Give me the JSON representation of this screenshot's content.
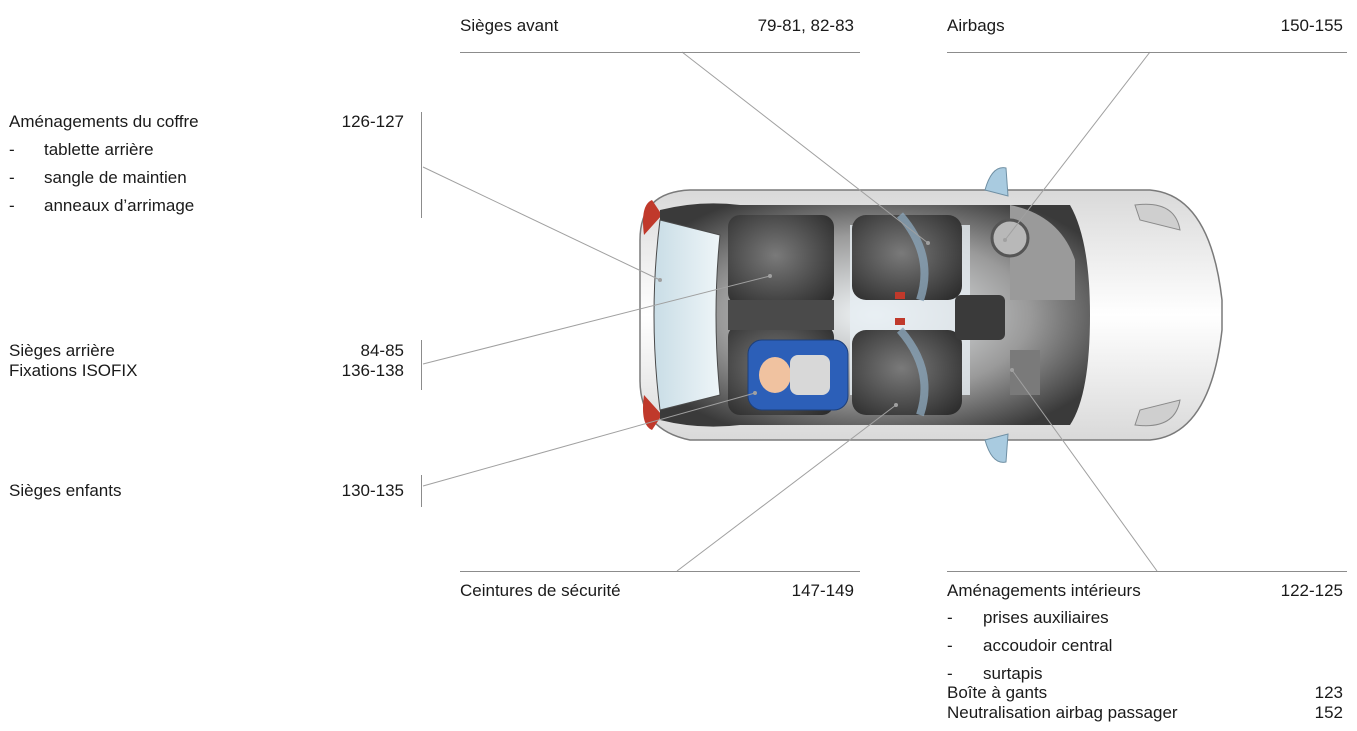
{
  "front_seats": {
    "label": "Sièges avant",
    "pages": "79-81, 82-83"
  },
  "airbags": {
    "label": "Airbags",
    "pages": "150-155"
  },
  "boot": {
    "label": "Aménagements du coffre",
    "pages": "126-127",
    "items": [
      "tablette arrière",
      "sangle de maintien",
      "anneaux d’arrimage"
    ]
  },
  "rear_seats": {
    "label": "Sièges arrière",
    "pages": "84-85",
    "isofix_label": "Fixations ISOFIX",
    "isofix_pages": "136-138"
  },
  "child_seats": {
    "label": "Sièges enfants",
    "pages": "130-135"
  },
  "belts": {
    "label": "Ceintures de sécurité",
    "pages": "147-149"
  },
  "interior": {
    "label": "Aménagements intérieurs",
    "pages": "122-125",
    "items": [
      "prises auxiliaires",
      "accoudoir central",
      "surtapis"
    ],
    "glovebox_label": "Boîte à gants",
    "glovebox_pages": "123",
    "airbag_off_label": "Neutralisation airbag passager",
    "airbag_off_pages": "152"
  },
  "bullet": "-"
}
